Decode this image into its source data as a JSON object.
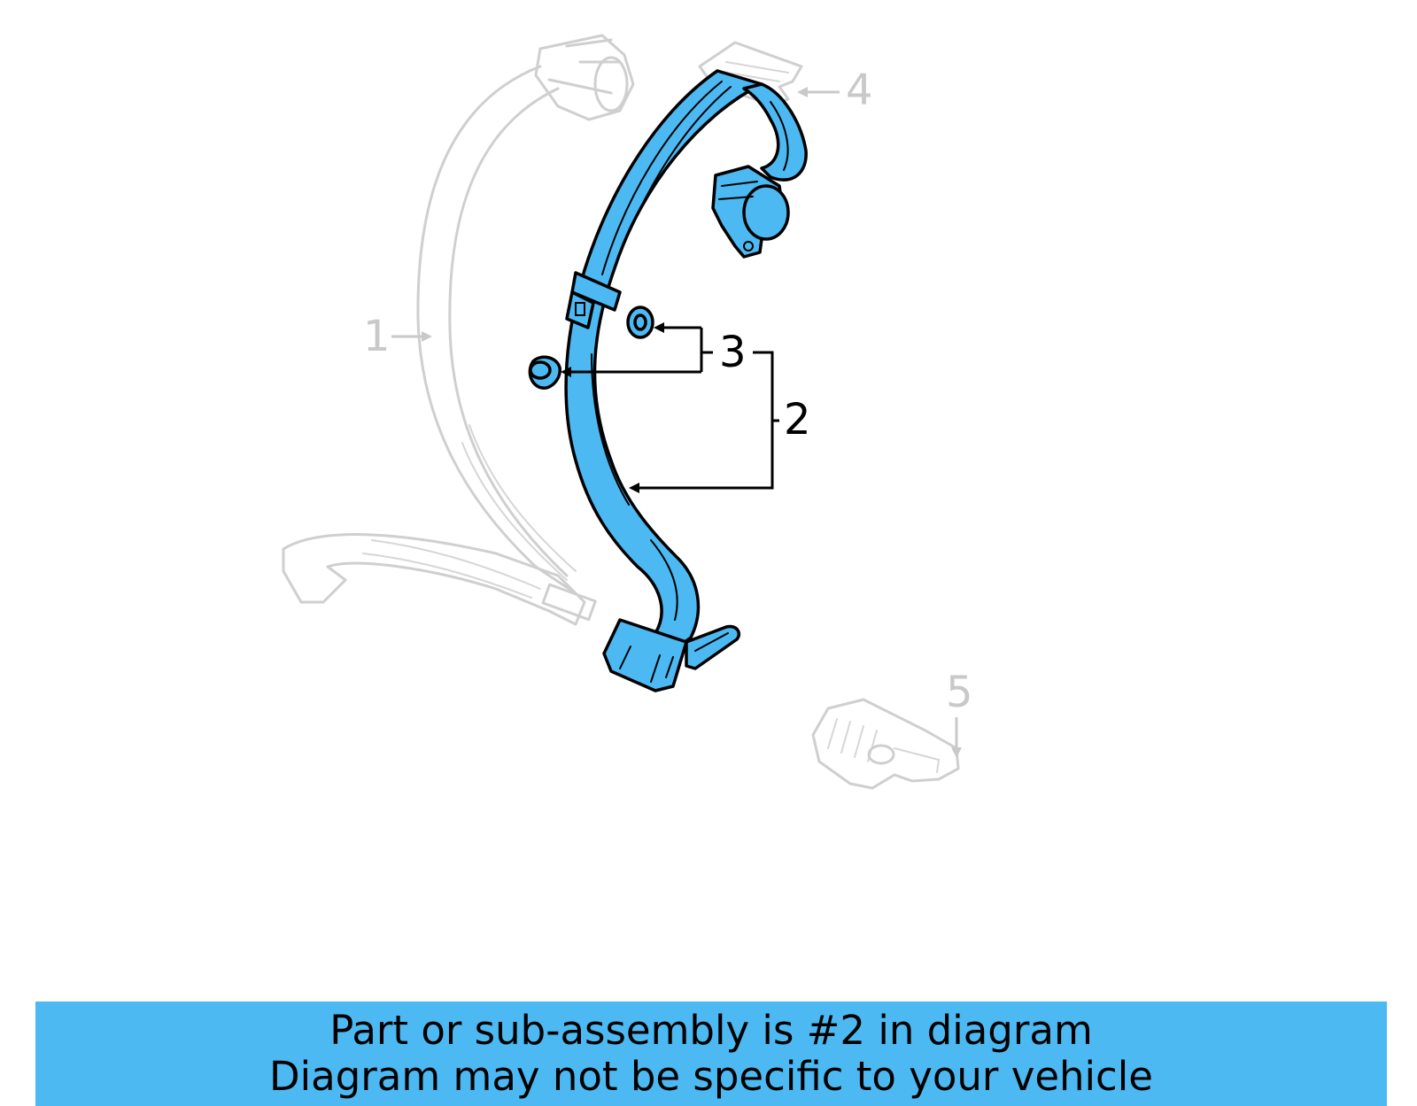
{
  "diagram": {
    "callouts": {
      "c1": "1",
      "c2": "2",
      "c3": "3",
      "c4": "4",
      "c5": "5"
    },
    "highlight_color": "#4db9f2",
    "ghost_color": "#c9c9c9"
  },
  "banner": {
    "line1": "Part or sub-assembly is #2 in diagram",
    "line2": "Diagram may not be specific to your vehicle",
    "background": "#4db9f2"
  }
}
